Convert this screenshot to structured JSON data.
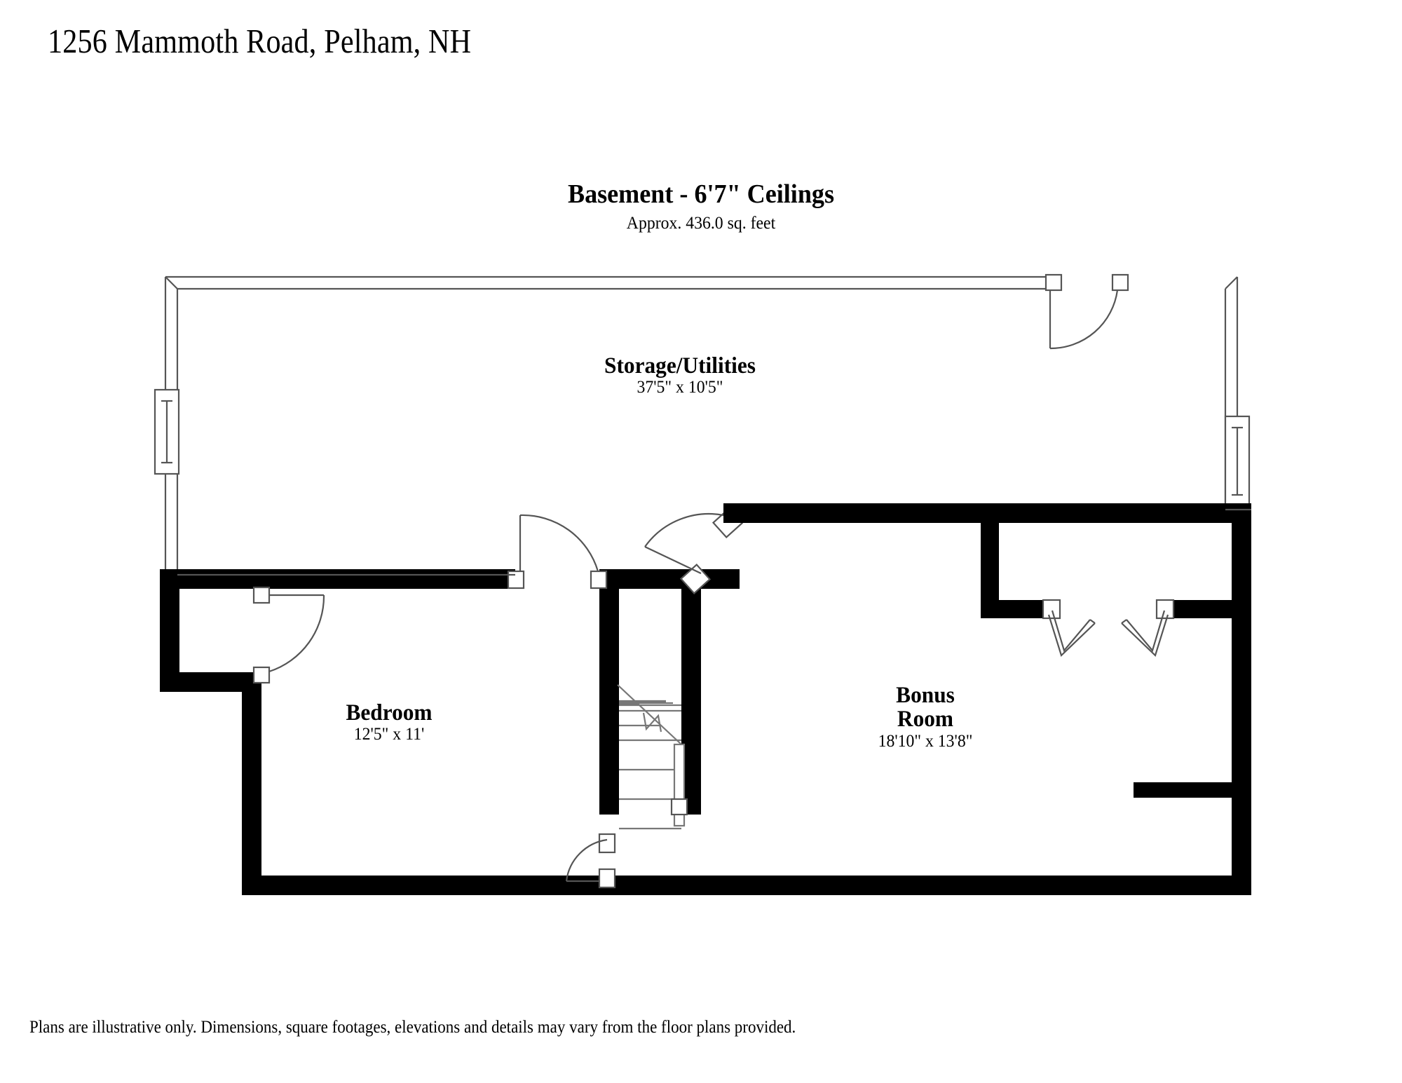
{
  "document": {
    "address_title": "1256 Mammoth Road, Pelham, NH",
    "plan_heading": "Basement - 6'7\" Ceilings",
    "plan_subheading": "Approx. 436.0 sq. feet",
    "disclaimer": "Plans are illustrative only. Dimensions, square footages, elevations and details may vary from the floor plans provided."
  },
  "rooms": [
    {
      "id": "storage-utilities",
      "name": "Storage/Utilities",
      "dimensions": "37'5\" x 10'5\"",
      "name_lines": [
        "Storage/Utilities"
      ]
    },
    {
      "id": "bedroom",
      "name": "Bedroom",
      "dimensions": "12'5\" x 11'",
      "name_lines": [
        "Bedroom"
      ]
    },
    {
      "id": "bonus-room",
      "name": "Bonus Room",
      "dimensions": "18'10\" x 13'8\"",
      "name_lines": [
        "Bonus",
        "Room"
      ]
    }
  ],
  "colors": {
    "wall_solid": "#000000",
    "wall_outline": "#555555",
    "stair_line": "#777777",
    "background": "#ffffff"
  },
  "features": {
    "doors": [
      "storage-exterior-door-top-right",
      "bedroom-closet-door",
      "stair-top-door",
      "bonus-room-diagonal-door",
      "stair-bottom-door"
    ],
    "windows": [
      "storage-left-window",
      "storage-right-window"
    ],
    "closet_doors": [
      "bonus-closet-bifold-left",
      "bonus-closet-bifold-right"
    ],
    "stairs": "staircase-with-handrail"
  }
}
